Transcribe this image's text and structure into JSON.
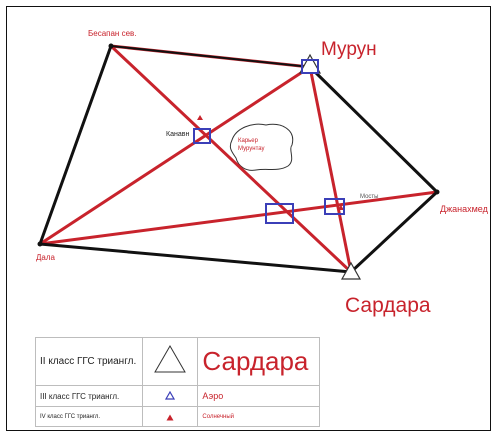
{
  "points": {
    "besapan": "Бесапан сев.",
    "murun": "Мурун",
    "kanavin": "Канавн",
    "dzhanakhmed": "Джанахмед",
    "dala": "Дала",
    "sardara": "Сардара",
    "mostly": "Мосты"
  },
  "quarry": "Карьер Мурунтау",
  "legend": {
    "row1_class": "II класс ГГС триангл.",
    "row1_name": "Сардара",
    "row2_class": "III класс ГГС триангл.",
    "row2_name": "Аэро",
    "row3_class": "IV класс ГГС триангл.",
    "row3_name": "Солнечный"
  },
  "colors": {
    "network_line": "#c8232c",
    "outline": "#111111",
    "marker_box": "#3b3fb8",
    "label": "#c8232c"
  }
}
